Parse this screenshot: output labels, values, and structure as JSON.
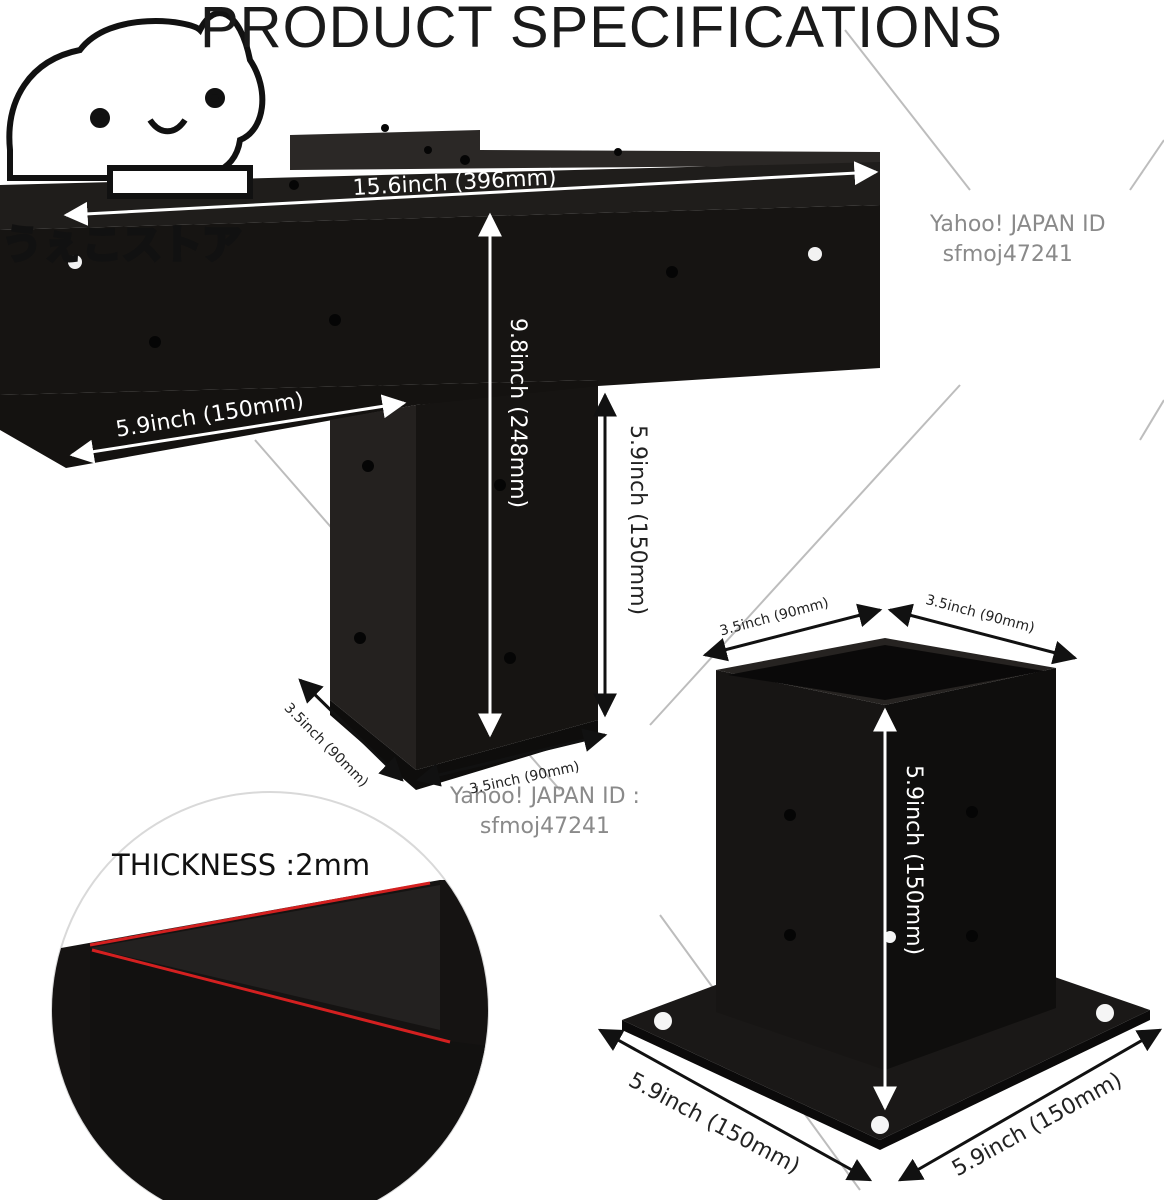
{
  "title": "PRODUCT SPECIFICATIONS",
  "watermark": {
    "line1": "Yahoo! JAPAN ID :",
    "line2": "sfmoj47241",
    "line1_right": "Yahoo! JAPAN ID"
  },
  "store_logo_text": "うぇこストア",
  "t_bracket": {
    "length": "15.6inch (396mm)",
    "height": "9.8inch (248mm)",
    "arm": "5.9inch (150mm)",
    "leg": "5.9inch (150mm)",
    "depth": "3.5inch (90mm)",
    "width": "3.5inch (90mm)"
  },
  "post_base": {
    "top_left": "3.5inch (90mm)",
    "top_right": "3.5inch (90mm)",
    "height": "5.9inch (150mm)",
    "base_left": "5.9inch (150mm)",
    "base_right": "5.9inch (150mm)"
  },
  "thickness_label": "THICKNESS :2mm",
  "colors": {
    "bracket": "#161412",
    "dimension_text": "#ffffff",
    "thickness_edge": "#d42020"
  }
}
